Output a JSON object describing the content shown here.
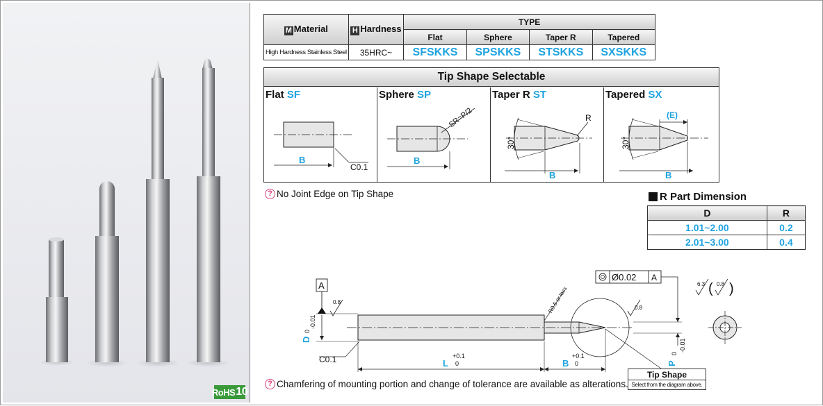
{
  "badge": {
    "rohs": "RoHS",
    "rohs_num": "10"
  },
  "type_table": {
    "material_icon": "M",
    "material_header": "Material",
    "hardness_icon": "H",
    "hardness_header": "Hardness",
    "type_header": "TYPE",
    "type_columns": [
      "Flat",
      "Sphere",
      "Taper R",
      "Tapered"
    ],
    "row": {
      "material": "High Hardness Stainless Steel",
      "hardness": "35HRC~",
      "codes": [
        "SFSKKS",
        "SPSKKS",
        "STSKKS",
        "SXSKKS"
      ]
    }
  },
  "tip_shape": {
    "title": "Tip Shape Selectable",
    "cells": [
      {
        "name": "Flat",
        "code": "SF"
      },
      {
        "name": "Sphere",
        "code": "SP"
      },
      {
        "name": "Taper R",
        "code": "ST"
      },
      {
        "name": "Tapered",
        "code": "SX"
      }
    ],
    "labels": {
      "b": "B",
      "c01": "C0.1",
      "sr": "SR=P/2",
      "angle": "30°",
      "r": "R",
      "e": "(E)"
    }
  },
  "notes": {
    "icon": "tip-icon",
    "no_joint": "No Joint Edge on Tip Shape",
    "chamfer": "Chamfering of mounting portion and change of tolerance are available as alterations."
  },
  "r_part": {
    "title": "R Part Dimension",
    "headers": [
      "D",
      "R"
    ],
    "rows": [
      [
        "1.01~2.00",
        "0.2"
      ],
      [
        "2.01~3.00",
        "0.4"
      ]
    ]
  },
  "drawing": {
    "datum": "A",
    "roughness": "0.8",
    "d_label": "D",
    "d_tol_upper": "0",
    "d_tol_lower": "-0.01",
    "c01": "C0.1",
    "l_label": "L",
    "l_tol_upper": "+0.1",
    "l_tol_lower": "0",
    "b_label": "B",
    "b_tol_upper": "+0.1",
    "b_tol_lower": "0",
    "p_label": "P",
    "p_tol_upper": "0",
    "p_tol_lower": "-0.01",
    "r_note": "R0.5 or less",
    "geo_tol": "Ø0.02",
    "geo_datum": "A",
    "surface_main": "6.3",
    "surface_sub": "0.8"
  },
  "tip_shape_box": {
    "title": "Tip Shape",
    "sub": "Select from the diagram above."
  },
  "colors": {
    "accent": "#1fa3e0",
    "rohs": "#3a9a3a",
    "note_icon": "#d8407a"
  }
}
